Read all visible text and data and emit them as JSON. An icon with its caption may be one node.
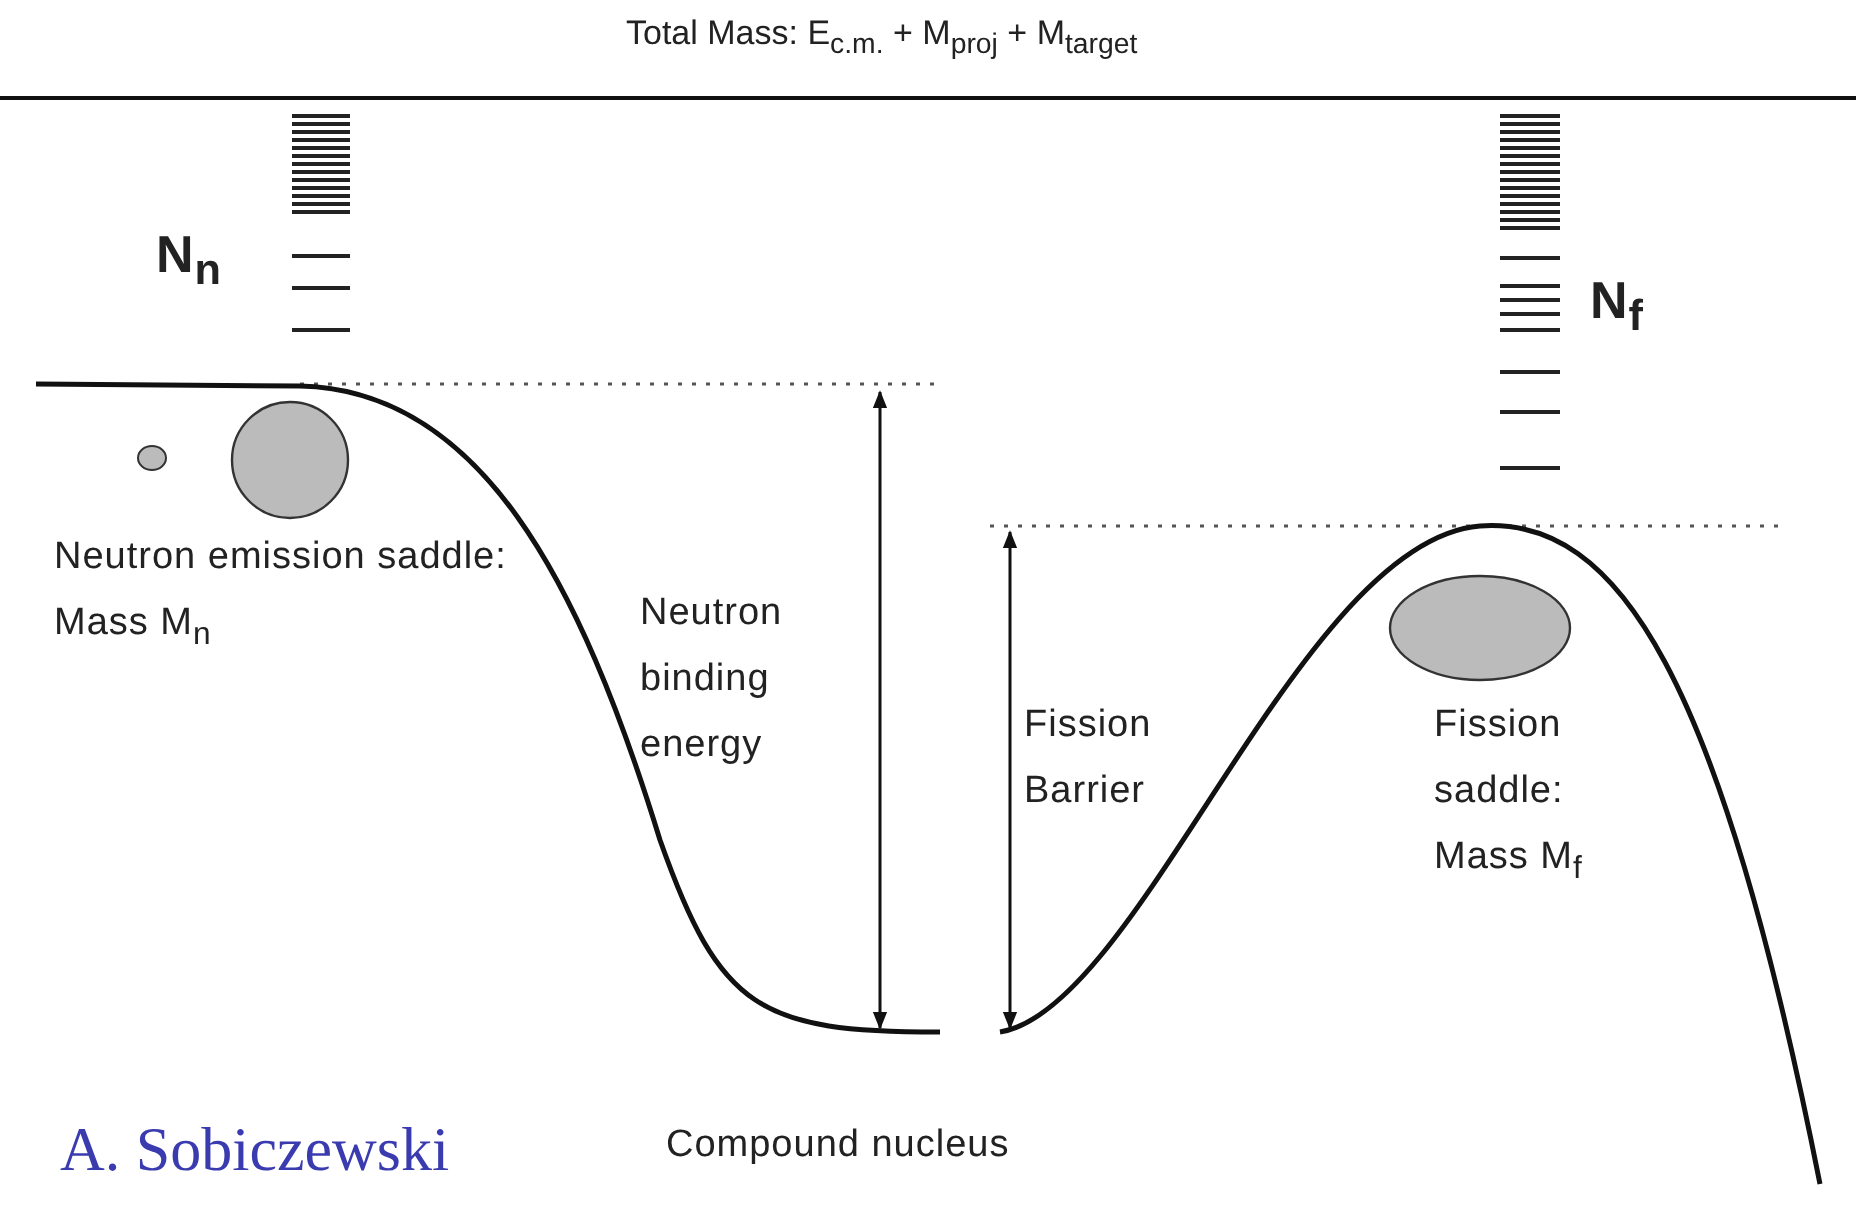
{
  "diagram": {
    "labels": [
      "Total Mass:  E$_{c.m.}$ + M$_{proj}$ + M$_{target}$",
      "N$_{n}$",
      "N$_{f}$",
      "Neutron emission saddle: Mass M$_{n}$",
      "Neutron binding energy",
      "Fission Barrier",
      "Fission saddle: Mass M$_{f}$",
      "A. Sobiczewski",
      "Compound nucleus"
    ]
  }
}
